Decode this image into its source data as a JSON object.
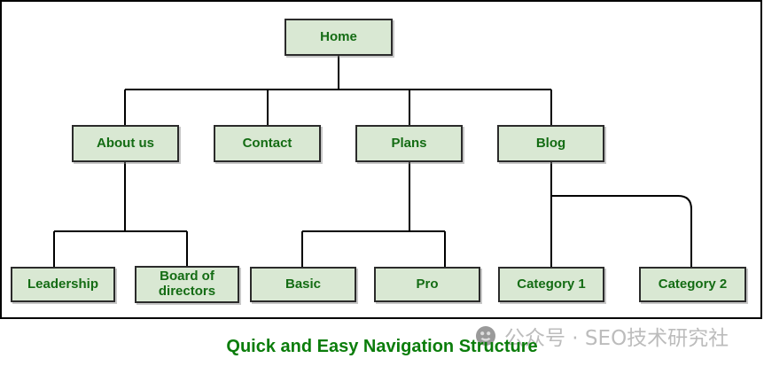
{
  "diagram": {
    "caption": "Quick and Easy Navigation Structure",
    "nodes": {
      "home": {
        "label": "Home",
        "level": 1
      },
      "about_us": {
        "label": "About us",
        "level": 2
      },
      "contact": {
        "label": "Contact",
        "level": 2
      },
      "plans": {
        "label": "Plans",
        "level": 2
      },
      "blog": {
        "label": "Blog",
        "level": 2
      },
      "leadership": {
        "label": "Leadership",
        "level": 3
      },
      "board_of_directors": {
        "label": "Board of directors",
        "level": 3
      },
      "basic": {
        "label": "Basic",
        "level": 3
      },
      "pro": {
        "label": "Pro",
        "level": 3
      },
      "category_1": {
        "label": "Category 1",
        "level": 3
      },
      "category_2": {
        "label": "Category 2",
        "level": 3
      }
    },
    "hierarchy": {
      "Home": {
        "About us": [
          "Leadership",
          "Board of directors"
        ],
        "Contact": [],
        "Plans": [
          "Basic",
          "Pro"
        ],
        "Blog": [
          "Category 1",
          "Category 2"
        ]
      }
    },
    "colors": {
      "node_fill": "#d9e8d3",
      "node_border": "#2b2b2b",
      "node_text": "#146c14",
      "caption_text": "#0b7d0b",
      "connector": "#000000",
      "frame_border": "#000000",
      "watermark_text": "#bcbcbc",
      "watermark_icon": "#9a9a9a"
    }
  },
  "watermark": {
    "label": "公众号 · SEO技术研究社",
    "icon": "wechat-official-account-icon"
  }
}
